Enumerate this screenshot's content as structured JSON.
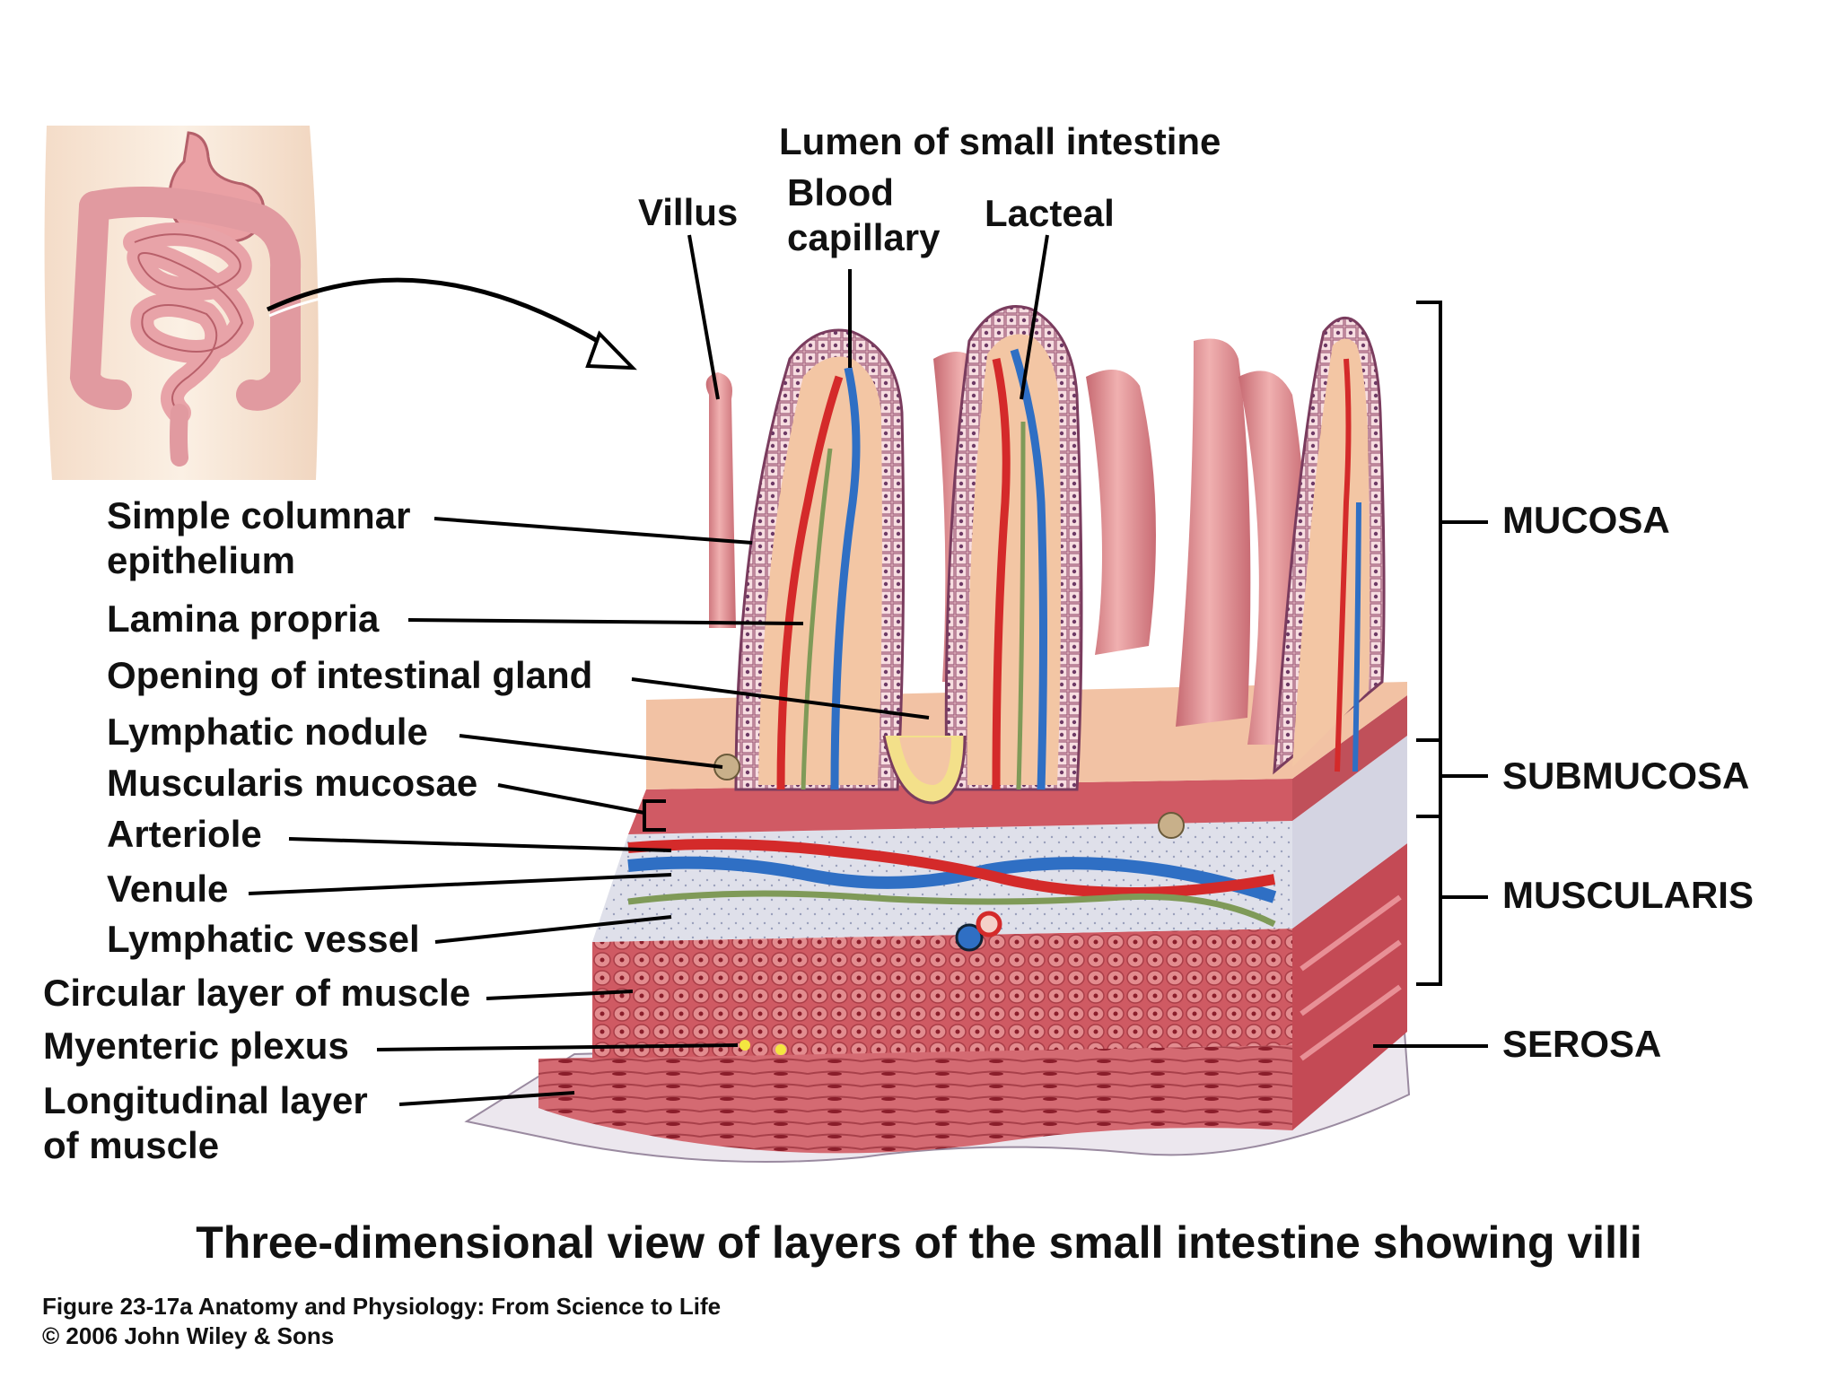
{
  "colors": {
    "tissue": "#e8a0a0",
    "tissue_dark": "#c06a70",
    "lamina": "#f3c9a8",
    "artery": "#d42a2a",
    "vein": "#2f6fc4",
    "lymph": "#7f9a58",
    "submucosa": "#dcdce8",
    "muscle": "#c8505a",
    "line": "#000000"
  },
  "top_labels": {
    "lumen": "Lumen of small intestine",
    "villus": "Villus",
    "blood_capillary": "Blood capillary",
    "lacteal": "Lacteal"
  },
  "left_labels": {
    "simple_columnar": "Simple columnar epithelium",
    "lamina_propria": "Lamina propria",
    "opening_gland": "Opening of intestinal gland",
    "lymphatic_nodule": "Lymphatic nodule",
    "muscularis_mucosae": "Muscularis mucosae",
    "arteriole": "Arteriole",
    "venule": "Venule",
    "lymphatic_vessel": "Lymphatic vessel",
    "circular_layer": "Circular layer of muscle",
    "myenteric_plexus": "Myenteric plexus",
    "longitudinal_layer": "Longitudinal layer of muscle"
  },
  "right_labels": {
    "mucosa": "MUCOSA",
    "submucosa": "SUBMUCOSA",
    "muscularis": "MUSCULARIS",
    "serosa": "SEROSA"
  },
  "caption": "Three-dimensional view of layers of the small intestine showing villi",
  "credit": {
    "line1": "Figure 23-17a  Anatomy and Physiology: From Science to Life",
    "line2": "© 2006 John Wiley & Sons"
  }
}
